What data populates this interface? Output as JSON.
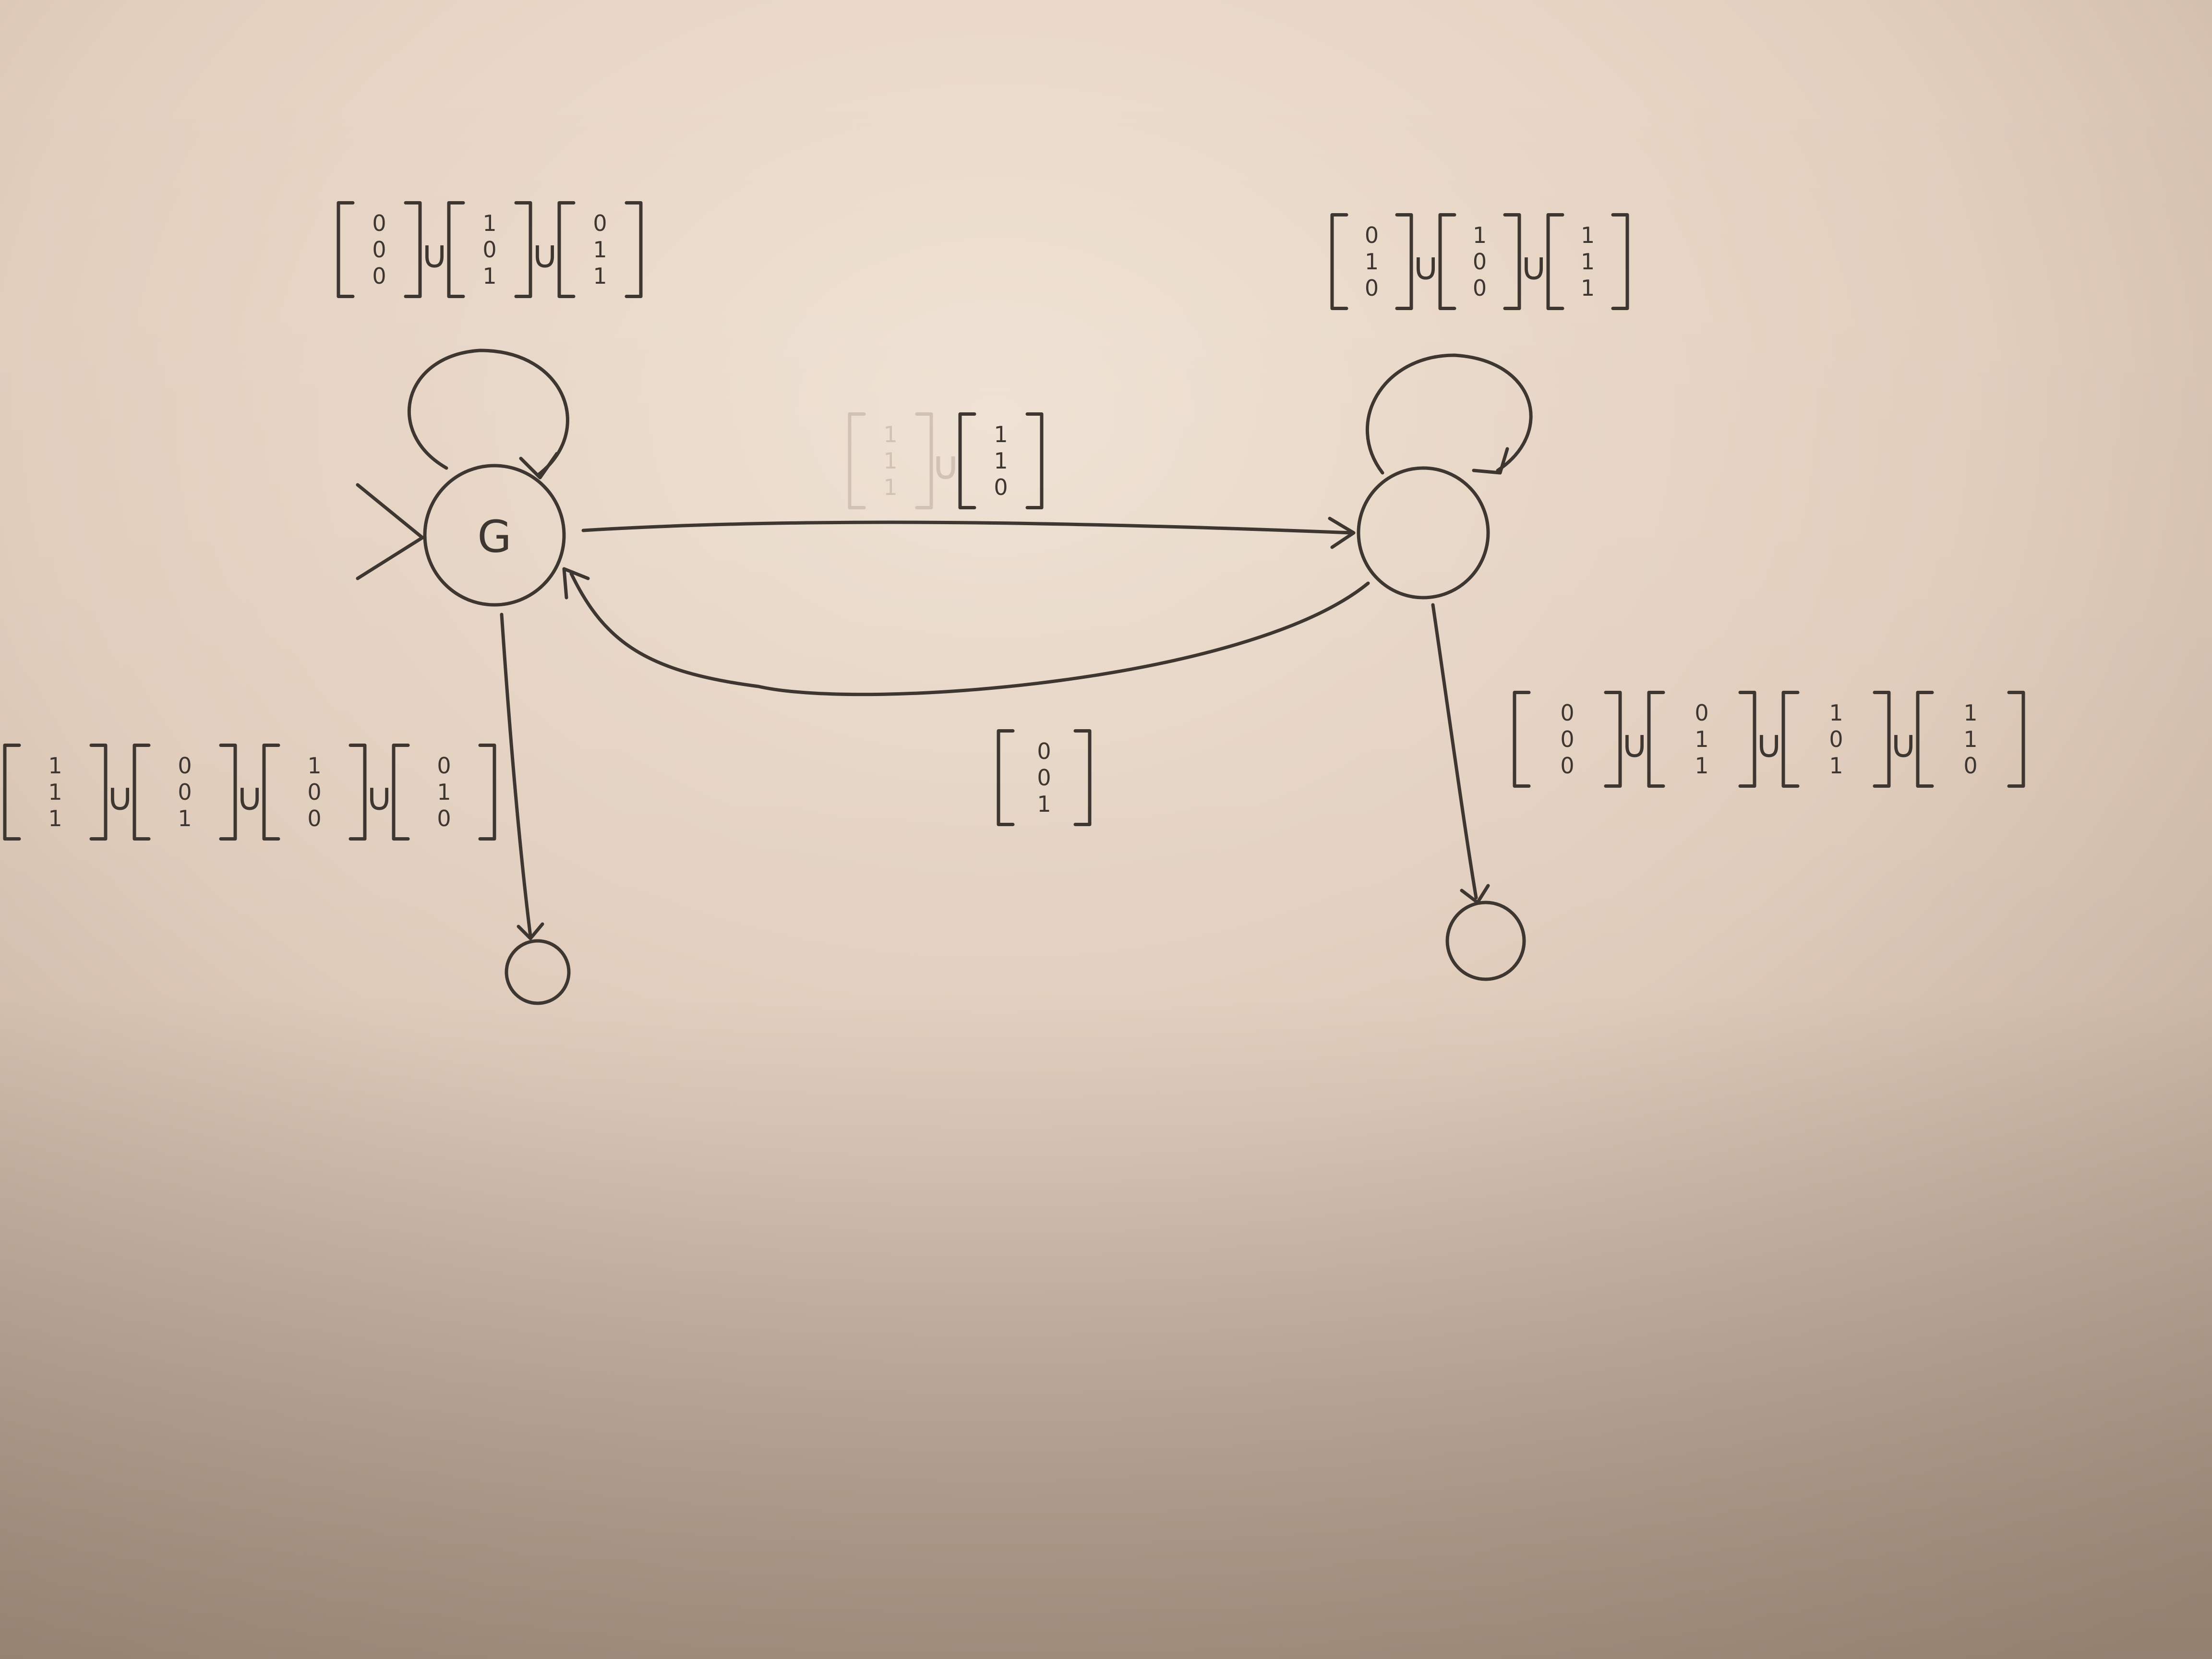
{
  "diagram": {
    "type": "finite-automaton",
    "states": [
      {
        "id": "s0",
        "label": "",
        "start": true,
        "inner_mark": "G"
      },
      {
        "id": "s1",
        "label": "",
        "start": false,
        "inner_mark": ""
      },
      {
        "id": "s2",
        "label": "",
        "start": false,
        "inner_mark": ""
      },
      {
        "id": "s3",
        "label": "",
        "start": false,
        "inner_mark": ""
      }
    ],
    "transitions": [
      {
        "id": "t-s0-loop",
        "from": "s0",
        "to": "s0",
        "label": [
          [
            "0",
            "0",
            "0"
          ],
          [
            "1",
            "0",
            "1"
          ],
          [
            "0",
            "1",
            "1"
          ]
        ]
      },
      {
        "id": "t-s1-loop",
        "from": "s1",
        "to": "s1",
        "label": [
          [
            "0",
            "1",
            "0"
          ],
          [
            "1",
            "0",
            "0"
          ],
          [
            "1",
            "1",
            "1"
          ]
        ]
      },
      {
        "id": "t-s0-s1",
        "from": "s0",
        "to": "s1",
        "label": [
          [
            "1",
            "1",
            "1"
          ],
          [
            "1",
            "1",
            "0"
          ]
        ]
      },
      {
        "id": "t-s1-s0",
        "from": "s1",
        "to": "s0",
        "label": [
          [
            "0",
            "0",
            "1"
          ]
        ]
      },
      {
        "id": "t-s0-s2",
        "from": "s0",
        "to": "s2",
        "label": [
          [
            "1",
            "1",
            "1"
          ],
          [
            "0",
            "0",
            "1"
          ],
          [
            "1",
            "0",
            "0"
          ],
          [
            "0",
            "1",
            "0"
          ]
        ]
      },
      {
        "id": "t-s1-s3",
        "from": "s1",
        "to": "s3",
        "label": [
          [
            "0",
            "0",
            "0"
          ],
          [
            "0",
            "1",
            "1"
          ],
          [
            "1",
            "0",
            "1"
          ],
          [
            "1",
            "1",
            "0"
          ]
        ]
      }
    ]
  }
}
